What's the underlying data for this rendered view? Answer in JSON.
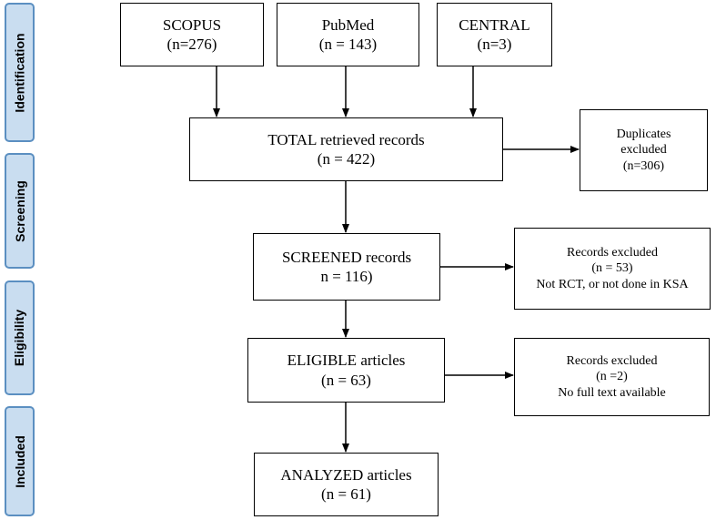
{
  "stages": {
    "identification": "Identification",
    "screening": "Screening",
    "eligibility": "Eligibility",
    "included": "Included"
  },
  "sources": {
    "scopus": {
      "name": "SCOPUS",
      "count": "(n=276)"
    },
    "pubmed": {
      "name": "PubMed",
      "count": "(n = 143)"
    },
    "central": {
      "name": "CENTRAL",
      "count": "(n=3)"
    }
  },
  "total": {
    "title": "TOTAL retrieved records",
    "count": "(n = 422)"
  },
  "duplicates": {
    "line1": "Duplicates",
    "line2": "excluded",
    "count": "(n=306)"
  },
  "screened": {
    "title": "SCREENED records",
    "count": "n = 116)"
  },
  "screen_excluded": {
    "title": "Records excluded",
    "count": "(n = 53)",
    "reason": "Not RCT, or not done in KSA"
  },
  "eligible": {
    "title": "ELIGIBLE articles",
    "count": "(n = 63)"
  },
  "elig_excluded": {
    "title": "Records excluded",
    "count": "(n =2)",
    "reason": "No full text available"
  },
  "analyzed": {
    "title": "ANALYZED articles",
    "count": "(n = 61)"
  }
}
